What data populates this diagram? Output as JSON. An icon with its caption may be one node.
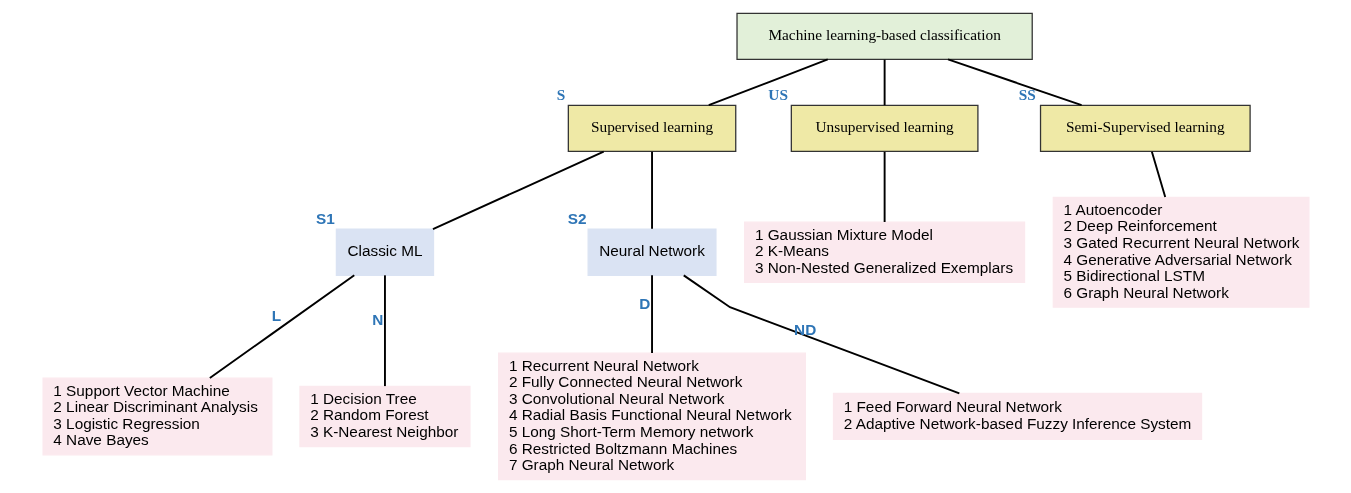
{
  "diagram": {
    "nodes": [
      {
        "text": [
          "Machine learning-based classification"
        ]
      },
      {
        "text": [
          "Supervised learning"
        ],
        "beside": [
          "S"
        ]
      },
      {
        "text": [
          "Unsupervised learning"
        ],
        "beside": [
          "US"
        ]
      },
      {
        "text": [
          "Semi-Supervised learning"
        ],
        "beside": [
          "SS"
        ]
      },
      {
        "text": [
          "Classic ML"
        ],
        "beside": [
          "S1"
        ]
      },
      {
        "text": [
          "Neural Network"
        ],
        "beside": [
          "S2"
        ]
      },
      {
        "text": [
          "1 Gaussian Mixture Model",
          "2 K-Means",
          "3 Non-Nested Generalized Exemplars"
        ]
      },
      {
        "text": [
          "1 Autoencoder",
          "2 Deep Reinforcement",
          "3 Gated Recurrent Neural Network",
          "4 Generative Adversarial Network",
          "5 Bidirectional LSTM",
          "6 Graph Neural Network"
        ]
      },
      {
        "text": [
          "1 Support Vector Machine",
          "2 Linear Discriminant Analysis",
          "3 Logistic Regression",
          "4 Nave Bayes"
        ]
      },
      {
        "text": [
          "1 Recurrent Neural Network",
          "2 Fully Connected Neural Network",
          "3 Convolutional Neural Network",
          "4 Radial Basis Functional Neural Network",
          "5 Long Short-Term Memory network",
          "6 Restricted Boltzmann Machines",
          "7 Graph Neural Network"
        ]
      },
      {
        "text": [
          "1 Feed Forward Neural Network",
          "2 Adaptive Network-based Fuzzy Inference System"
        ]
      },
      {
        "text": [
          "1 Decision Tree",
          "2 Random Forest",
          "3 K-Nearest Neighbor"
        ]
      }
    ],
    "edges": [
      {
        "from": 0,
        "to": 1,
        "arrow": "none"
      },
      {
        "from": 0,
        "to": 2,
        "arrow": "none"
      },
      {
        "from": 0,
        "to": 3,
        "arrow": "none"
      },
      {
        "from": 1,
        "to": 4,
        "arrow": "none"
      },
      {
        "from": 1,
        "to": 5,
        "arrow": "none"
      },
      {
        "from": 2,
        "to": 6,
        "arrow": "none"
      },
      {
        "from": 3,
        "to": 7,
        "arrow": "none"
      },
      {
        "from": 4,
        "to": 8,
        "arrow": "none",
        "label": "L"
      },
      {
        "from": 5,
        "to": 9,
        "arrow": "none",
        "label": "D"
      },
      {
        "from": 5,
        "to": 10,
        "arrow": "none",
        "label": "ND"
      },
      {
        "from": 4,
        "to": 11,
        "arrow": "none",
        "label": "N"
      }
    ]
  }
}
